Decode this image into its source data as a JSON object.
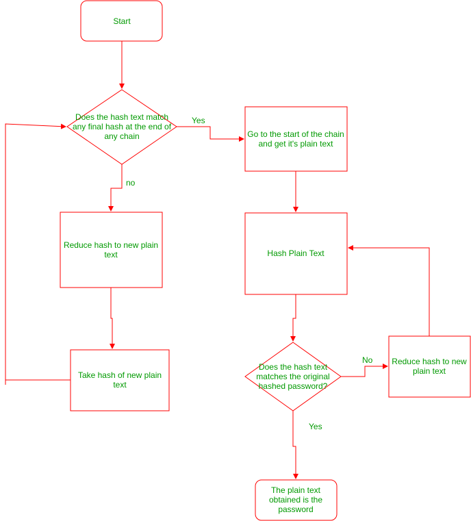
{
  "colors": {
    "stroke": "#ff0000",
    "text": "#009900",
    "background": "#ffffff"
  },
  "nodes": {
    "start": "Start",
    "match_decision": [
      "Does the hash text match",
      "any final hash at the end of",
      "any chain"
    ],
    "reduce_left": [
      "Reduce hash to new plain",
      "text"
    ],
    "take_hash": [
      "Take hash of new plain",
      "text"
    ],
    "chain_start": [
      "Go to the start of the chain",
      "and get it's plain text"
    ],
    "hash_plain": "Hash Plain Text",
    "compare_decision": [
      "Does the hash text",
      "matches the original",
      "hashed password?"
    ],
    "reduce_right": [
      "Reduce hash to new",
      "plain text"
    ],
    "result": [
      "The plain text",
      "obtained is the",
      "password"
    ]
  },
  "edges": {
    "yes_top": "Yes",
    "no_left": "no",
    "no_right": "No",
    "yes_bottom": "Yes"
  }
}
